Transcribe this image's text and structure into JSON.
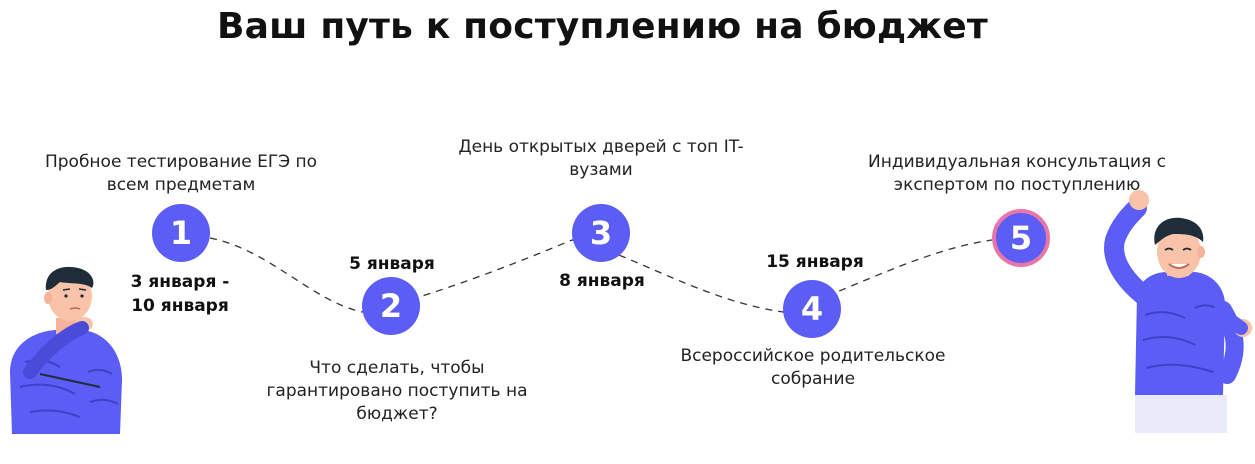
{
  "title": "Ваш путь к поступлению на бюджет",
  "colors": {
    "accent": "#5b5df5",
    "highlight_ring": "#e976a8",
    "shirt": "#5b5df5"
  },
  "steps": [
    {
      "number": "1",
      "label_lines": [
        "Пробное тестирование ЕГЭ по",
        "всем предметам"
      ],
      "date_lines": [
        "3 января -",
        "10 января"
      ]
    },
    {
      "number": "2",
      "label_lines": [
        "Что сделать, чтобы",
        "гарантировано поступить на",
        "бюджет?"
      ],
      "date_lines": [
        "5 января"
      ]
    },
    {
      "number": "3",
      "label_lines": [
        "День открытых дверей с топ IT-",
        "вузами"
      ],
      "date_lines": [
        "8 января"
      ]
    },
    {
      "number": "4",
      "label_lines": [
        "Всероссийское родительское",
        "собрание"
      ],
      "date_lines": [
        "15 января"
      ]
    },
    {
      "number": "5",
      "label_lines": [
        "Индивидуальная консультация с",
        "экспертом по поступлению"
      ],
      "date_lines": []
    }
  ],
  "icons": [
    "thinking-person-illustration",
    "celebrating-person-illustration"
  ]
}
